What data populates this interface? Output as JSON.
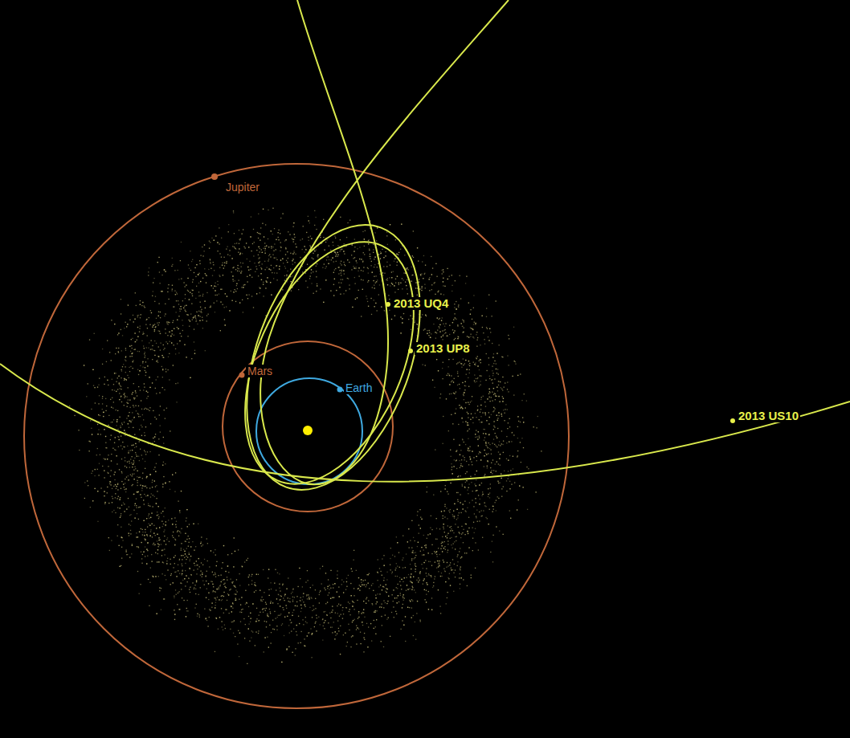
{
  "diagram": {
    "labels": [
      "Jupiter",
      "Mars",
      "Earth",
      "2013 UQ4",
      "2013 UP8",
      "2013 US10"
    ]
  }
}
